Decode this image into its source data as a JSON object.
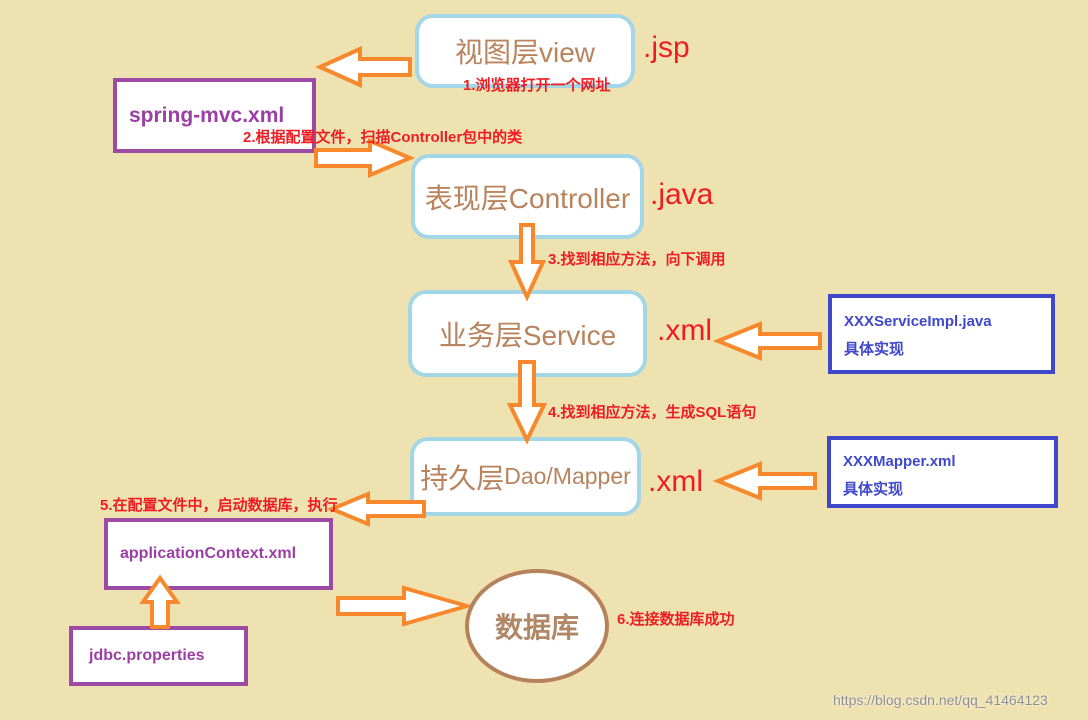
{
  "colors": {
    "background": "#efe2b1",
    "layer_border": "#a3d6e6",
    "layer_text": "#b8835d",
    "annotation": "#ee1d23",
    "config_border": "#9c4aa3",
    "config_text": "#9b3fa4",
    "impl_border": "#3f48cc",
    "arrow": "#f7892c",
    "database_border": "#b5825b",
    "database_text": "#b08868"
  },
  "layers": {
    "view": {
      "label": "视图层view",
      "suffix": ".jsp"
    },
    "controller": {
      "label": "表现层Controller",
      "suffix": ".java"
    },
    "service": {
      "label": "业务层Service",
      "suffix": ".xml"
    },
    "dao": {
      "label_cn": "持久层",
      "label_en": "Dao/Mapper",
      "suffix": ".xml"
    }
  },
  "config_files": {
    "spring_mvc": "spring-mvc.xml",
    "application_context": "applicationContext.xml",
    "jdbc": "jdbc.properties"
  },
  "implementations": [
    {
      "name": "XXXServiceImpl.java",
      "note": "具体实现"
    },
    {
      "name": "XXXMapper.xml",
      "note": "具体实现"
    }
  ],
  "database": "数据库",
  "steps": [
    "1.浏览器打开一个网址",
    "2.根据配置文件，扫描Controller包中的类",
    "3.找到相应方法，向下调用",
    "4.找到相应方法，生成SQL语句",
    "5.在配置文件中，启动数据库，执行",
    "6.连接数据库成功"
  ],
  "watermark": "https://blog.csdn.net/qq_41464123"
}
